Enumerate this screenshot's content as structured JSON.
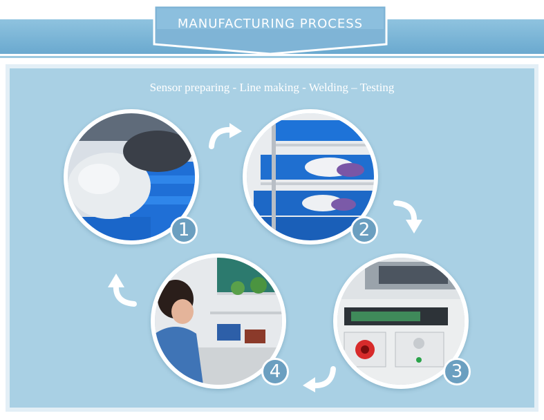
{
  "header": {
    "title": "MANUFACTURING  PROCESS"
  },
  "main": {
    "subtitle": "Sensor preparing - Line making - Welding – Testing",
    "steps": [
      {
        "number": "1",
        "image": "sensor-parts-bins-photo"
      },
      {
        "number": "2",
        "image": "storage-shelves-photo"
      },
      {
        "number": "3",
        "image": "test-instrument-photo"
      },
      {
        "number": "4",
        "image": "welding-worker-photo"
      }
    ],
    "arrows": [
      "curved-arrow-icon",
      "curved-arrow-icon",
      "curved-arrow-icon",
      "curved-arrow-icon"
    ]
  },
  "colors": {
    "accent": "#6aa9cf",
    "panel": "#a9d0e4",
    "badge": "#6b9fc0"
  }
}
